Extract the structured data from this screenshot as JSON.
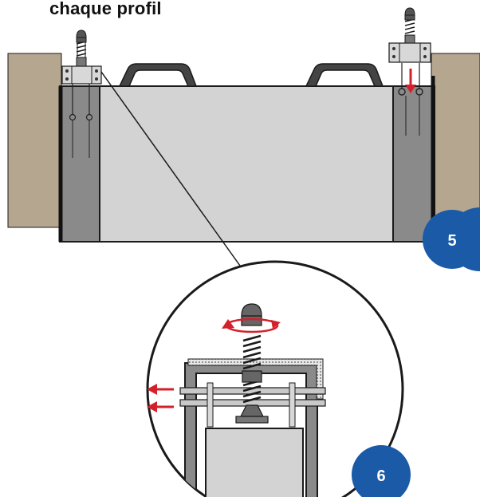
{
  "caption": "chaque profil",
  "steps": [
    {
      "number": "5",
      "color": "#1a5aa6"
    },
    {
      "number": "6",
      "color": "#1a5aa6"
    }
  ],
  "colors": {
    "wall": "#b5a68f",
    "panel": "#d3d3d3",
    "profile": "#8a8a8a",
    "outline": "#1a1a1a",
    "arrow": "#d3202a",
    "badge": "#1a5aa6"
  },
  "icons": [
    "screw-clamp-icon",
    "rotate-arrow-icon",
    "push-arrow-icon",
    "down-arrow-icon",
    "handle-icon"
  ]
}
